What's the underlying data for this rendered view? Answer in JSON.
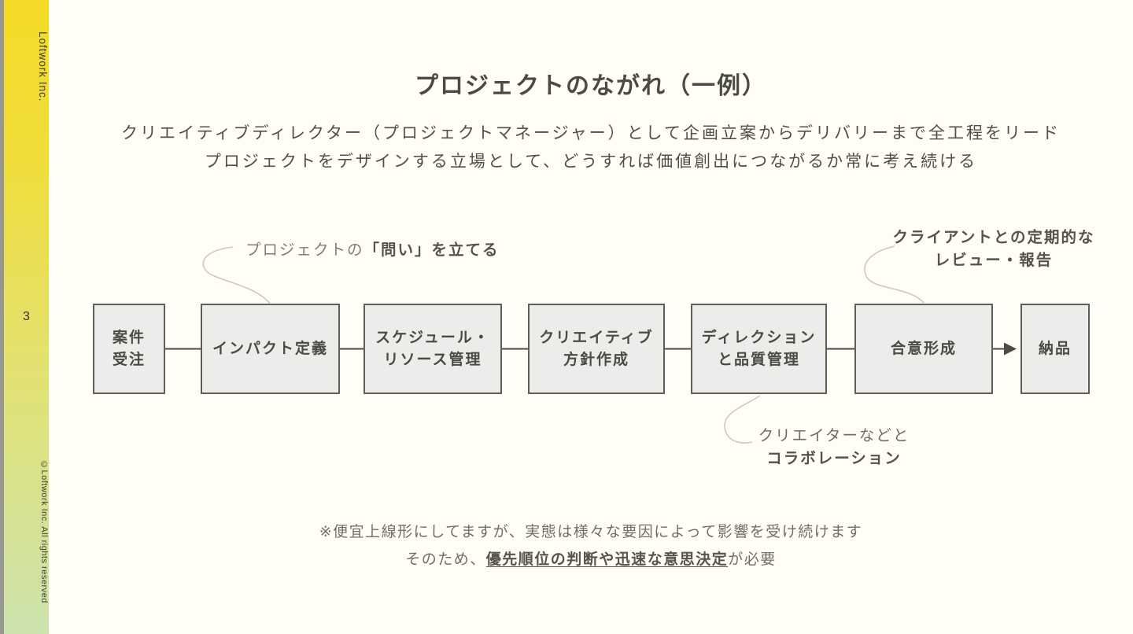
{
  "sidebar": {
    "brand": "Loftwork Inc.",
    "page_number": "3",
    "copyright": "©Loftwork Inc. All rights reserved",
    "colors": {
      "strip": "#97978f",
      "gradient_top": "#f5db27",
      "gradient_bottom": "#cce3ae"
    }
  },
  "header": {
    "title": "プロジェクトのながれ（一例）",
    "subtitle_line1": "クリエイティブディレクター（プロジェクトマネージャー）として企画立案からデリバリーまで全工程をリード",
    "subtitle_line2": "プロジェクトをデザインする立場として、どうすれば価値創出につながるか常に考え続ける"
  },
  "flow": {
    "steps": [
      {
        "id": "order",
        "lines": [
          "案件",
          "受注"
        ]
      },
      {
        "id": "impact",
        "lines": [
          "インパクト定義"
        ]
      },
      {
        "id": "schedule",
        "lines": [
          "スケジュール・",
          "リソース管理"
        ]
      },
      {
        "id": "creative",
        "lines": [
          "クリエイティブ",
          "方針作成"
        ]
      },
      {
        "id": "direction",
        "lines": [
          "ディレクション",
          "と品質管理"
        ]
      },
      {
        "id": "consensus",
        "lines": [
          "合意形成"
        ]
      },
      {
        "id": "delivery",
        "lines": [
          "納品"
        ]
      }
    ]
  },
  "annotations": {
    "question": {
      "prefix": "プロジェクトの",
      "emphasis": "「問い」を立てる"
    },
    "review": {
      "line1": "クライアントとの定期的な",
      "line2": "レビュー・報告"
    },
    "collab": {
      "line1": "クリエイターなどと",
      "line2": "コラボレーション"
    }
  },
  "footnote": {
    "line1": "※便宜上線形にしてますが、実態は様々な要因によって影響を受け続けます",
    "line2_prefix": "そのため、",
    "line2_emphasis": "優先順位の判断や迅速な意思決定",
    "line2_suffix": "が必要"
  },
  "colors": {
    "background": "#fffdf6",
    "box_fill": "#ececea",
    "box_border": "#5d5d5a",
    "text_dark": "#4a4a46",
    "text_gray": "#716f64",
    "curve_line": "#cbcac2"
  }
}
